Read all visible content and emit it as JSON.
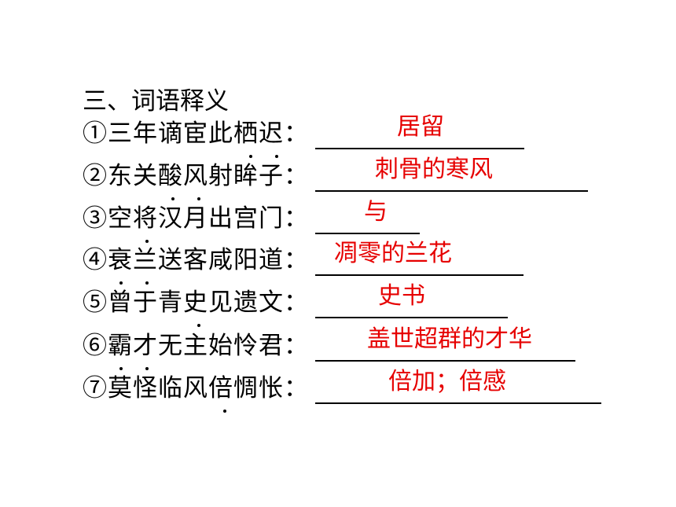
{
  "section_title": "三、词语释义",
  "items": [
    {
      "prompt": "①三年谪宦此栖迟：",
      "answer": "居留"
    },
    {
      "prompt": "②东关酸风射眸子：",
      "answer": "刺骨的寒风"
    },
    {
      "prompt": "③空将汉月出宫门：",
      "answer": "与"
    },
    {
      "prompt": "④衰兰送客咸阳道：",
      "answer": "凋零的兰花"
    },
    {
      "prompt": "⑤曾于青史见遗文：",
      "answer": "史书"
    },
    {
      "prompt": "⑥霸才无主始怜君：",
      "answer": "盖世超群的才华"
    },
    {
      "prompt": "⑦莫怪临风倍惆怅：",
      "answer": "倍加；倍感"
    }
  ],
  "colors": {
    "answer": "#e60000",
    "text": "#000000"
  }
}
